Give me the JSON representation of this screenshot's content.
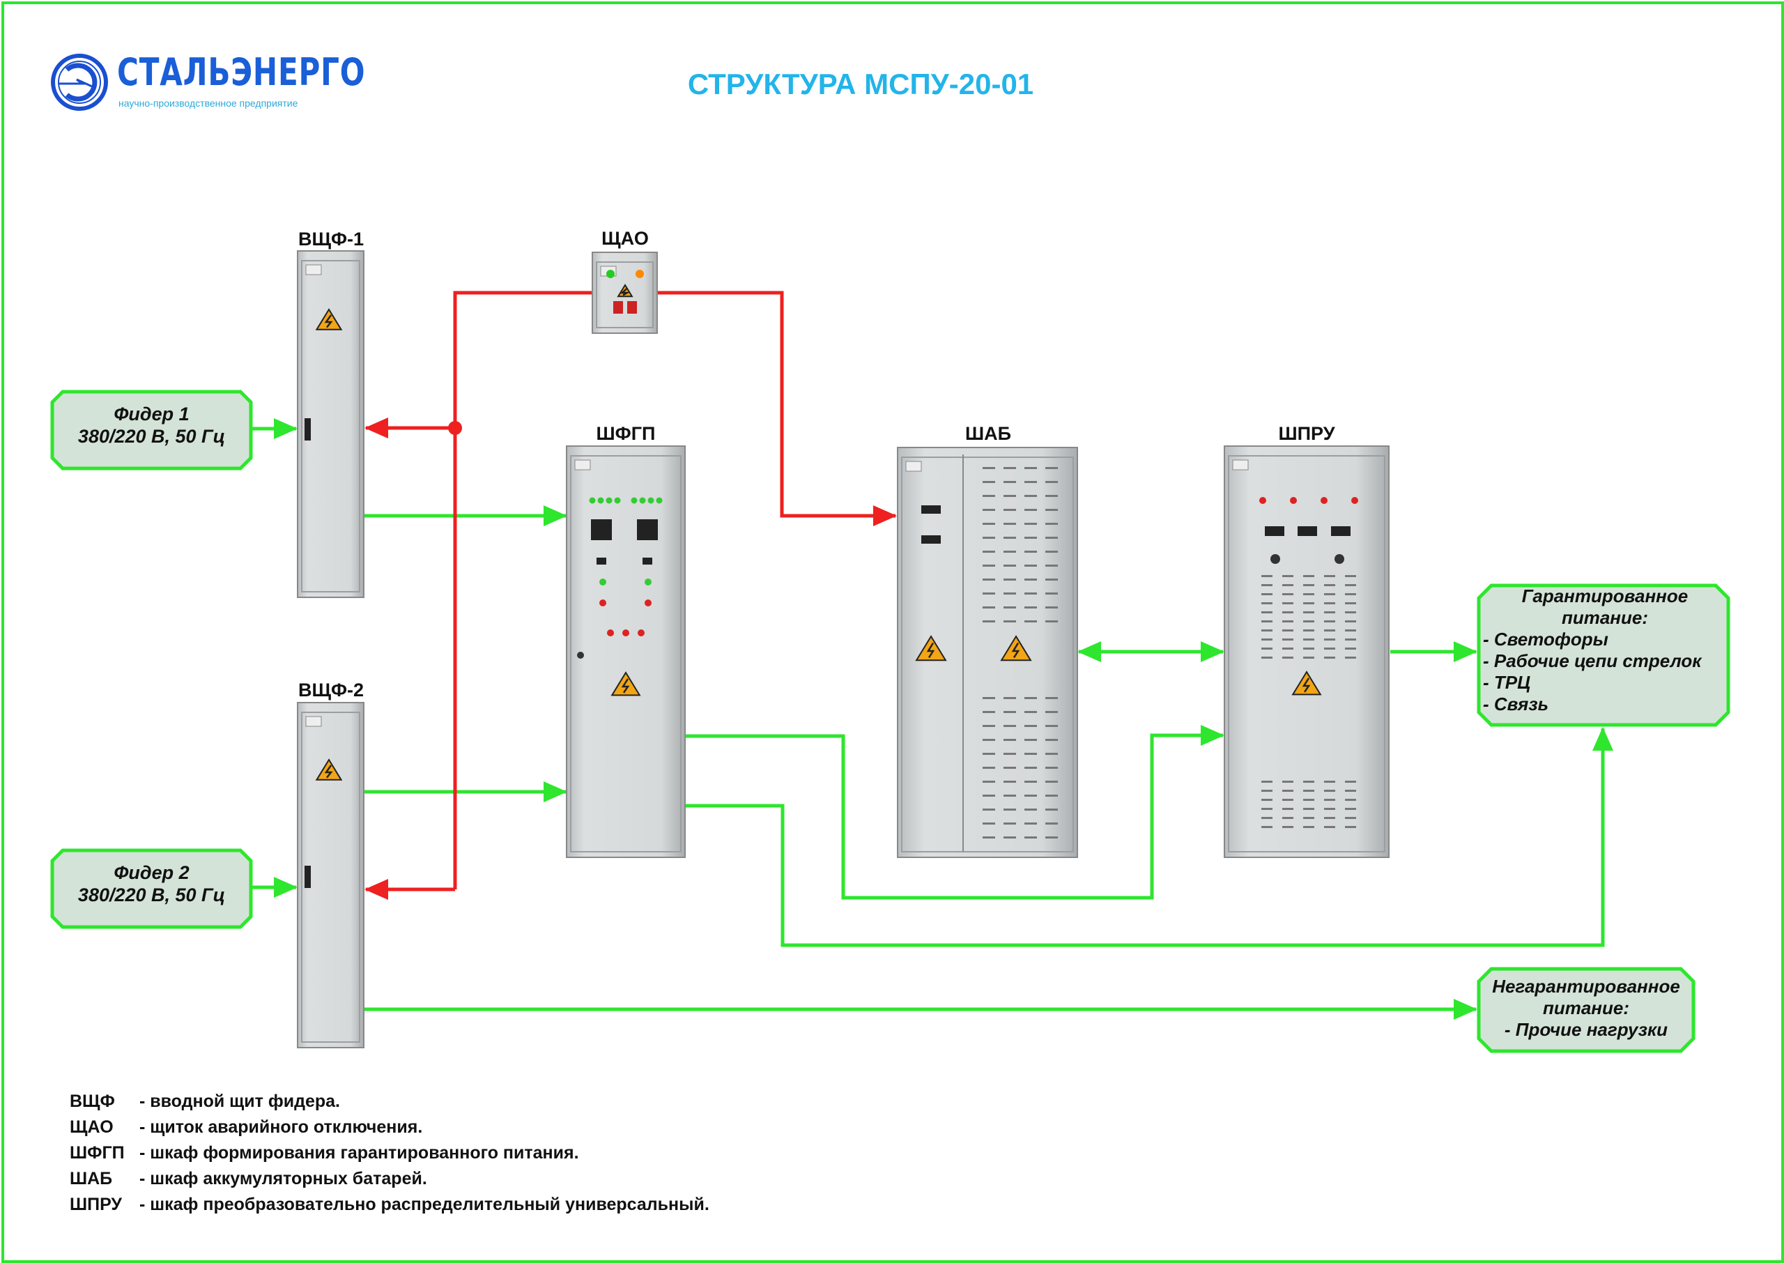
{
  "logo": {
    "name": "СТАЛЬЭНЕРГО",
    "subtitle": "научно-производственное предприятие"
  },
  "title": "СТРУКТУРА МСПУ-20-01",
  "cabinets": {
    "vshf1": "ВЩФ-1",
    "vshf2": "ВЩФ-2",
    "shao": "ЩАО",
    "shfgp": "ШФГП",
    "shab": "ШАБ",
    "shpru": "ШПРУ"
  },
  "feeders": [
    {
      "name": "Фидер 1",
      "spec": "380/220 В, 50 Гц"
    },
    {
      "name": "Фидер 2",
      "spec": "380/220 В, 50 Гц"
    }
  ],
  "guaranteed": {
    "title1": "Гарантированное",
    "title2": "питание:",
    "items": [
      "- Светофоры",
      "- Рабочие цепи стрелок",
      "- ТРЦ",
      "- Связь"
    ]
  },
  "nonguaranteed": {
    "title1": "Негарантированное",
    "title2": "питание:",
    "items": [
      "- Прочие нагрузки"
    ]
  },
  "legend": [
    {
      "abbr": "ВЩФ",
      "desc": "- вводной щит фидера."
    },
    {
      "abbr": "ЩАО",
      "desc": "- щиток аварийного отключения."
    },
    {
      "abbr": "ШФГП",
      "desc": "- шкаф формирования гарантированного питания."
    },
    {
      "abbr": "ШАБ",
      "desc": "- шкаф аккумуляторных батарей."
    },
    {
      "abbr": "ШПРУ",
      "desc": "- шкаф преобразовательно распределительный универсальный."
    }
  ],
  "colors": {
    "power_line": "#2ee62e",
    "emergency_line": "#ee2020",
    "title": "#22b4ea",
    "box_fill": "#d4e3d8"
  }
}
